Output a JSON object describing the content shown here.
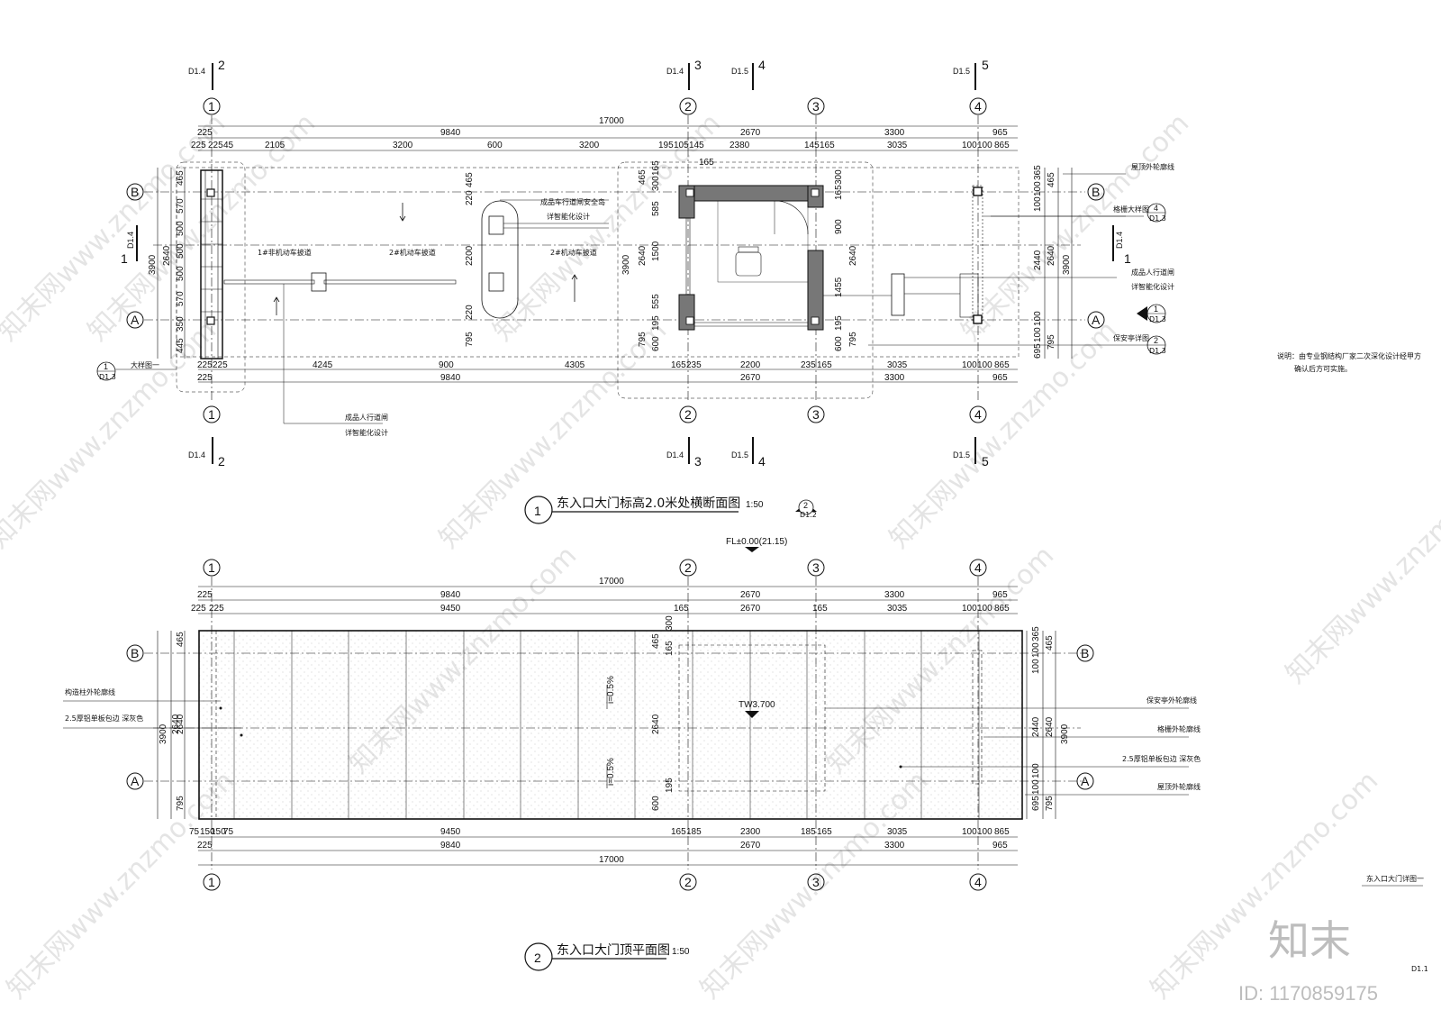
{
  "plan1": {
    "title": "东入口大门标高2.0米处横断面图",
    "scale": "1:50",
    "ref_num": "2",
    "ref_sheet": "D1.2",
    "top_total": "17000",
    "top_row1": [
      "225",
      "9840",
      "2670",
      "3300",
      "965"
    ],
    "top_row2": [
      "225",
      "225",
      "45",
      "2105",
      "3200",
      "600",
      "3200",
      "195",
      "105",
      "145",
      "2380",
      "145",
      "165",
      "3035",
      "100",
      "100",
      "865"
    ],
    "bottom_row1": [
      "225",
      "225",
      "4245",
      "900",
      "4305",
      "165",
      "235",
      "2200",
      "235",
      "165",
      "3035",
      "100",
      "100",
      "865"
    ],
    "bottom_row2": [
      "225",
      "9840",
      "2670",
      "3300",
      "965"
    ],
    "left_dims": [
      "465",
      "570",
      "500",
      "500",
      "500",
      "570",
      "350",
      "445"
    ],
    "left_overall": [
      "3900",
      "2640"
    ],
    "right_overall": [
      "3900",
      "2640"
    ],
    "right_dims": [
      "365",
      "100",
      "100",
      "465",
      "2440",
      "100",
      "100",
      "695",
      "795"
    ],
    "section_refs": [
      {
        "label": "D1.4",
        "num": "2"
      },
      {
        "label": "D1.4",
        "num": "3"
      },
      {
        "label": "D1.5",
        "num": "4"
      },
      {
        "label": "D1.5",
        "num": "5"
      }
    ],
    "side_refs": [
      {
        "label": "D1.4",
        "num": "1"
      },
      {
        "label": "D1.4",
        "num": "1"
      }
    ],
    "grid_cols": [
      "1",
      "2",
      "3",
      "4"
    ],
    "grid_rows": [
      "B",
      "A"
    ],
    "lanes": [
      "1#非机动车披道",
      "2#机动车披道",
      "2#机动车披道"
    ],
    "notes_top": [
      "成品车行道闸安全岛",
      "详智能化设计"
    ],
    "notes_bottom": [
      "成品人行道闸",
      "详智能化设计"
    ],
    "right_labels": [
      "屋顶外轮廓线",
      "格栅大样图",
      "成品人行道闸",
      "详智能化设计",
      "保安亭详图"
    ],
    "right_refs": [
      {
        "num": "4",
        "sheet": "D1.3"
      },
      {
        "num": "1",
        "sheet": "D1.3"
      },
      {
        "num": "2",
        "sheet": "D1.3"
      }
    ],
    "detail_ref": {
      "num": "1",
      "sheet": "D1.3",
      "label": "大样图一"
    },
    "note": "说明：由专业钢结构厂家二次深化设计经甲方确认后方可实施。",
    "inner_dims_booth": [
      "465",
      "165",
      "300",
      "585",
      "165",
      "300",
      "3900",
      "1500",
      "2640",
      "555",
      "195",
      "600",
      "795",
      "220",
      "2200",
      "220",
      "465",
      "1455",
      "795",
      "195",
      "600",
      "2640",
      "900",
      "165",
      "300",
      "165"
    ]
  },
  "plan2": {
    "title": "东入口大门顶平面图",
    "scale": "1:50",
    "fl": "FL±0.00(21.15)",
    "tw": "TW3.700",
    "slope1": "i=0.5%",
    "slope2": "i=0.5%",
    "top_total": "17000",
    "top_row1": [
      "225",
      "9840",
      "2670",
      "3300",
      "965"
    ],
    "top_row2": [
      "225",
      "225",
      "9450",
      "165",
      "2670",
      "165",
      "3035",
      "100",
      "100",
      "865"
    ],
    "bottom_row1": [
      "75",
      "150",
      "150",
      "75",
      "9450",
      "165",
      "185",
      "2300",
      "185",
      "165",
      "3035",
      "100",
      "100",
      "865"
    ],
    "bottom_row2": [
      "225",
      "9840",
      "2670",
      "3300",
      "965"
    ],
    "bottom_total": "17000",
    "left_dims": [
      "465",
      "2640",
      "795",
      "3900"
    ],
    "right_dims": [
      "365",
      "100",
      "100",
      "465",
      "2440",
      "2640",
      "3900",
      "695",
      "100",
      "100",
      "795"
    ],
    "booth_dims": [
      "300",
      "465",
      "165",
      "2640",
      "195",
      "600",
      "2640"
    ],
    "grid_cols": [
      "1",
      "2",
      "3",
      "4"
    ],
    "grid_rows": [
      "B",
      "A"
    ],
    "left_labels": [
      "构造柱外轮廓线",
      "2.5厚铝单板包边 深灰色"
    ],
    "right_labels": [
      "保安亭外轮廓线",
      "格栅外轮廓线",
      "2.5厚铝单板包边 深灰色",
      "屋顶外轮廓线"
    ]
  },
  "sheet": {
    "caption": "东入口大门详图一",
    "code": "D1.1",
    "brand": "知末",
    "id": "ID: 1170859175",
    "watermark": "知末网www.znzmo.com"
  }
}
